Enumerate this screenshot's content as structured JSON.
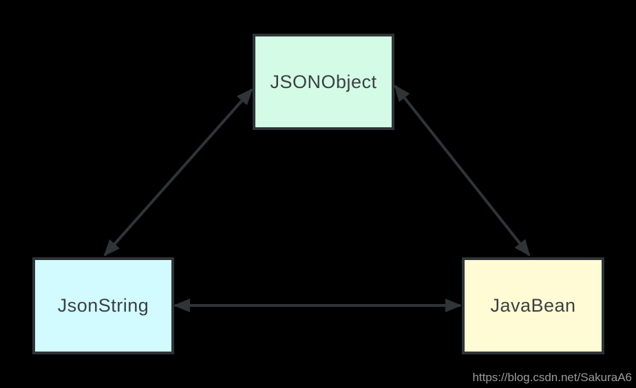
{
  "diagram": {
    "background_color": "#000000",
    "edge_color": "#2f3437",
    "nodes": [
      {
        "id": "json-object",
        "label": "JSONObject",
        "fill": "#d4fbe6",
        "border_color": "#2f3437",
        "text_color": "#3c4043"
      },
      {
        "id": "json-string",
        "label": "JsonString",
        "fill": "#d2fbff",
        "border_color": "#2f3437",
        "text_color": "#3c4043"
      },
      {
        "id": "java-bean",
        "label": "JavaBean",
        "fill": "#fffcd5",
        "border_color": "#2f3437",
        "text_color": "#3c4043"
      }
    ],
    "edges": [
      {
        "from": "JSONObject",
        "to": "JsonString",
        "direction": "bidirectional"
      },
      {
        "from": "JSONObject",
        "to": "JavaBean",
        "direction": "bidirectional"
      },
      {
        "from": "JsonString",
        "to": "JavaBean",
        "direction": "bidirectional"
      }
    ]
  },
  "watermark": {
    "text": "https://blog.csdn.net/SakuraA6",
    "color": "#9b9b9b"
  }
}
